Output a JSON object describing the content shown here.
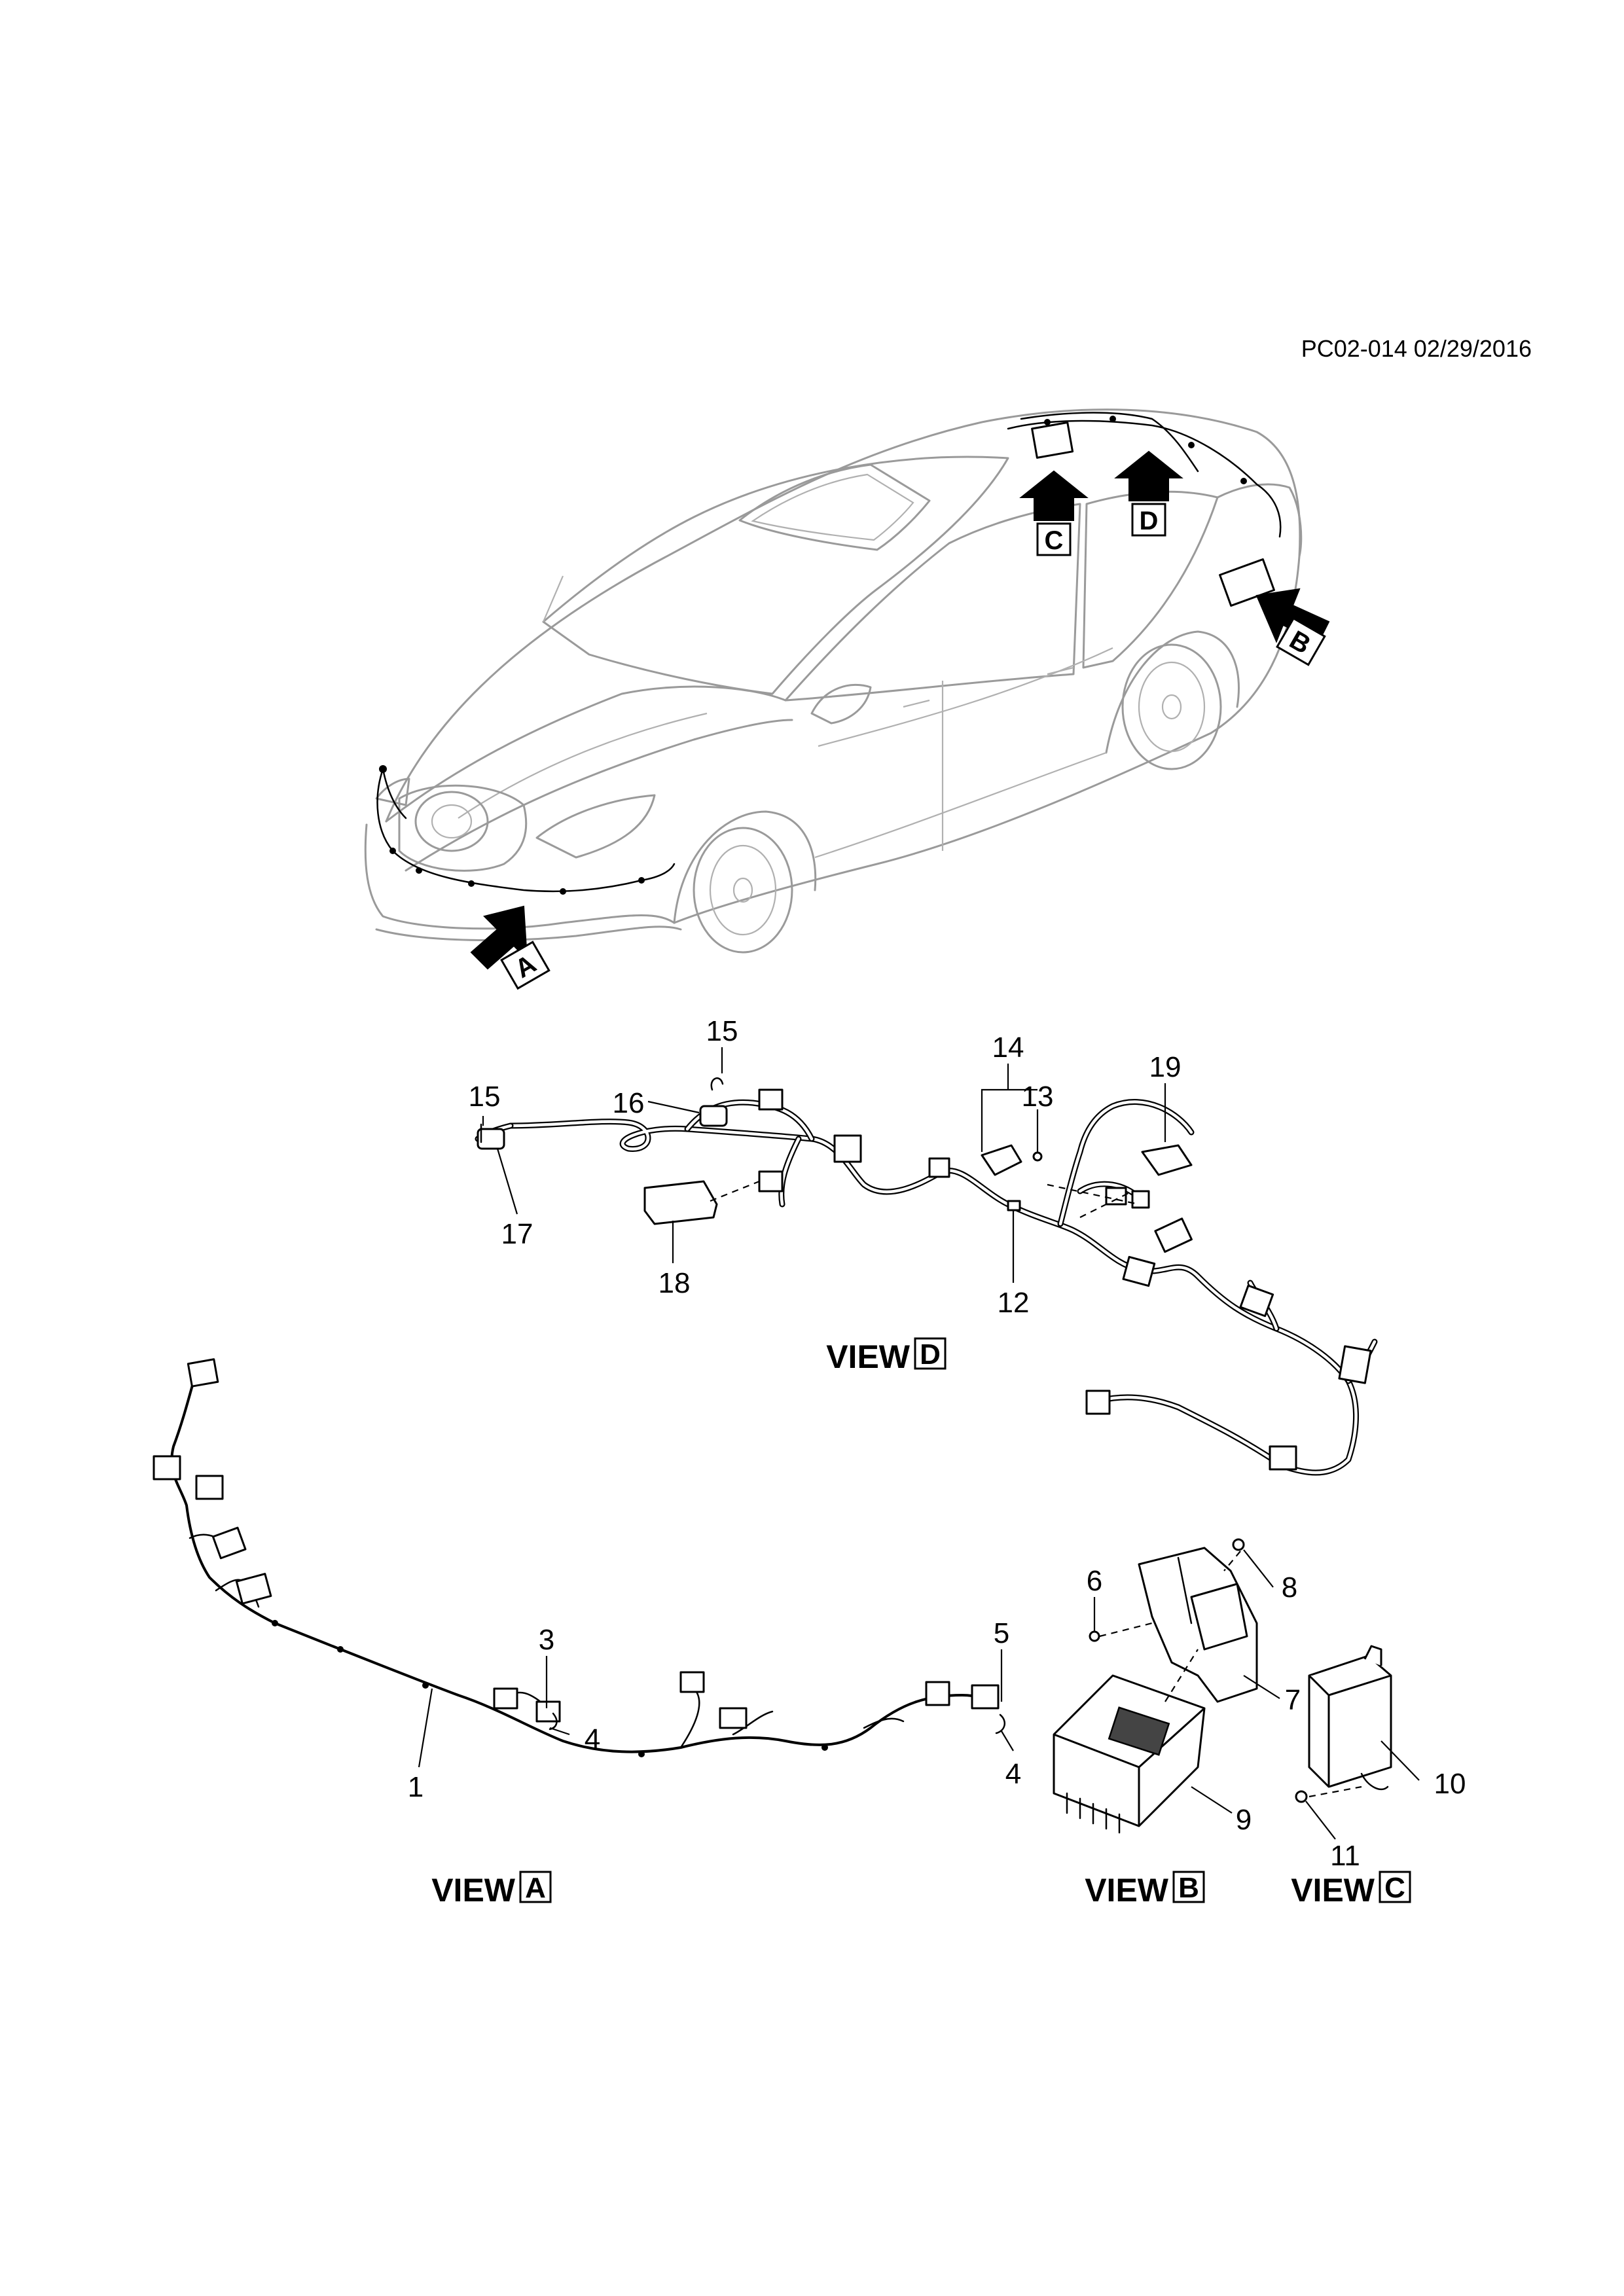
{
  "header": {
    "code": "PC02-014 02/29/2016"
  },
  "arrows": [
    {
      "letter": "A"
    },
    {
      "letter": "B"
    },
    {
      "letter": "C"
    },
    {
      "letter": "D"
    }
  ],
  "views": {
    "A": {
      "word": "VIEW",
      "letter": "A"
    },
    "B": {
      "word": "VIEW",
      "letter": "B"
    },
    "C": {
      "word": "VIEW",
      "letter": "C"
    },
    "D": {
      "word": "VIEW",
      "letter": "D"
    }
  },
  "callouts": {
    "c1": "1",
    "c3": "3",
    "c4a": "4",
    "c4b": "4",
    "c5": "5",
    "c6": "6",
    "c7": "7",
    "c8": "8",
    "c9": "9",
    "c10": "10",
    "c11": "11",
    "c12": "12",
    "c13": "13",
    "c14": "14",
    "c15a": "15",
    "c15b": "15",
    "c16": "16",
    "c17": "17",
    "c18": "18",
    "c19": "19"
  }
}
